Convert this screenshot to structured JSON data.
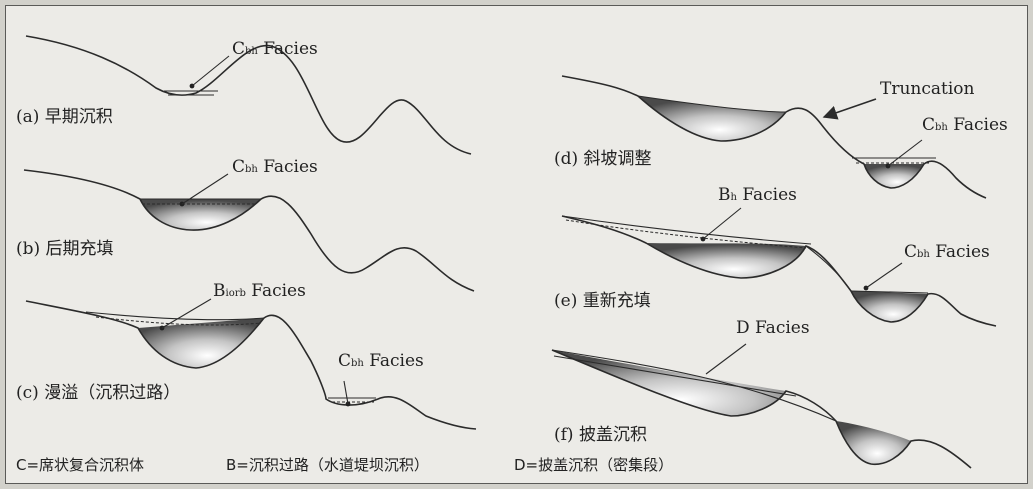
{
  "panels": {
    "a": {
      "label": "(a) 早期沉积",
      "facies": [
        {
          "main": "C",
          "sub": "bh",
          "rest": " Facies"
        }
      ]
    },
    "b": {
      "label": "(b) 后期充填",
      "facies": [
        {
          "main": "C",
          "sub": "bh",
          "rest": " Facies"
        }
      ]
    },
    "c": {
      "label": "(c) 漫溢（沉积过路）",
      "facies": [
        {
          "main": "B",
          "sub": "iorb",
          "rest": " Facies"
        },
        {
          "main": "C",
          "sub": "bh",
          "rest": " Facies"
        }
      ]
    },
    "d": {
      "label": "(d) 斜坡调整",
      "truncation": "Truncation",
      "facies": [
        {
          "main": "C",
          "sub": "bh",
          "rest": " Facies"
        }
      ]
    },
    "e": {
      "label": "(e) 重新充填",
      "facies": [
        {
          "main": "B",
          "sub": "h",
          "rest": " Facies"
        },
        {
          "main": "C",
          "sub": "bh",
          "rest": " Facies"
        }
      ]
    },
    "f": {
      "label": "(f) 披盖沉积",
      "facies": [
        {
          "main": "D",
          "sub": "",
          "rest": " Facies"
        }
      ]
    }
  },
  "legend": {
    "c": "C=席状复合沉积体",
    "b": "B=沉积过路（水道堤坝沉积）",
    "d": "D=披盖沉积（密集段）"
  }
}
